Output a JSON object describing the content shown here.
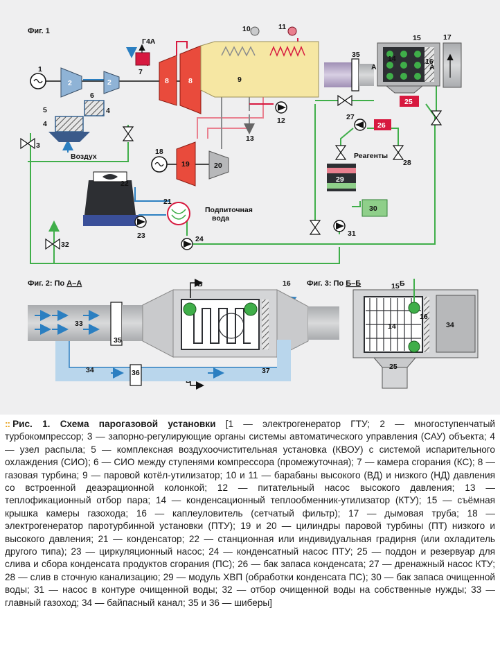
{
  "figure": {
    "fig1_title": "Фиг. 1",
    "fig2_title_prefix": "Фиг. 2: По ",
    "fig2_title_sec": "А–А",
    "fig3_title_prefix": "Фиг. 3: По ",
    "fig3_title_sec": "Б–Б",
    "label_g4a": "Г4А",
    "label_air": "Воздух",
    "label_reagents": "Реагенты",
    "label_makeup_1": "Подпиточная",
    "label_makeup_2": "вода",
    "section_a": "А",
    "section_b": "Б",
    "numbers": [
      "1",
      "2",
      "3",
      "4",
      "5",
      "6",
      "7",
      "8",
      "9",
      "10",
      "11",
      "12",
      "13",
      "14",
      "15",
      "16",
      "17",
      "18",
      "19",
      "20",
      "21",
      "22",
      "23",
      "24",
      "25",
      "26",
      "27",
      "28",
      "29",
      "30",
      "31",
      "32",
      "33",
      "34",
      "35",
      "36",
      "37"
    ]
  },
  "caption": {
    "title": "Рис. 1. Схема парогазовой установки",
    "text": "[1 — электрогенератор ГТУ; 2 — многоступенчатый турбокомпрессор; 3 — запорно-регулирующие органы системы автоматического управления (САУ) объекта; 4 — узел распыла; 5 — комплексная воздухоочистительная установка (КВОУ) с системой испарительного охлаждения (СИО); 6 — СИО между ступенями компрессора (промежуточная); 7 — камера сгорания (КС); 8 — газовая турбина; 9 — паровой котёл-утилизатор; 10 и 11 — барабаны высокого (ВД) и низкого (НД) давления со встроенной деаэрационной колонкой; 12 — питательный насос высокого давления; 13 — теплофикационный отбор пара; 14 — конденсационный теплообменник-утилизатор (КТУ); 15 — съёмная крышка камеры газохода; 16 — каплеуловитель (сетчатый фильтр); 17 — дымовая труба; 18 — электрогенератор паротурбинной установки (ПТУ); 19 и 20 — цилиндры паровой турбины (ПТ) низкого и высокого давления; 21 — конденсатор; 22 — станционная или индивидуальная градирня (или охладитель другого типа); 23 — циркуляционный насос; 24 — конденсатный насос ПТУ; 25 — поддон и резервуар для слива и сбора конденсата продуктов сгорания (ПС); 26 — бак запаса конденсата; 27 — дренажный насос КТУ; 28 — слив в сточную канализацию; 29 — модуль ХВП (обработки конденсата ПС); 30 — бак запаса очищенной воды; 31 — насос в контуре очищенной воды; 32 — отбор очищенной воды на собственные нужды; 33 — главный газоход; 34 — байпасный канал; 35 и 36 — шиберы]"
  },
  "colors": {
    "background": "#efeff0",
    "green_water": "#3fae49",
    "red_steam": "#d7193f",
    "blue_air": "#2b7fc1",
    "gray_steam": "#8a8c8e",
    "turbine": "#e94b3c",
    "caption_dots": "#e8a21c"
  }
}
